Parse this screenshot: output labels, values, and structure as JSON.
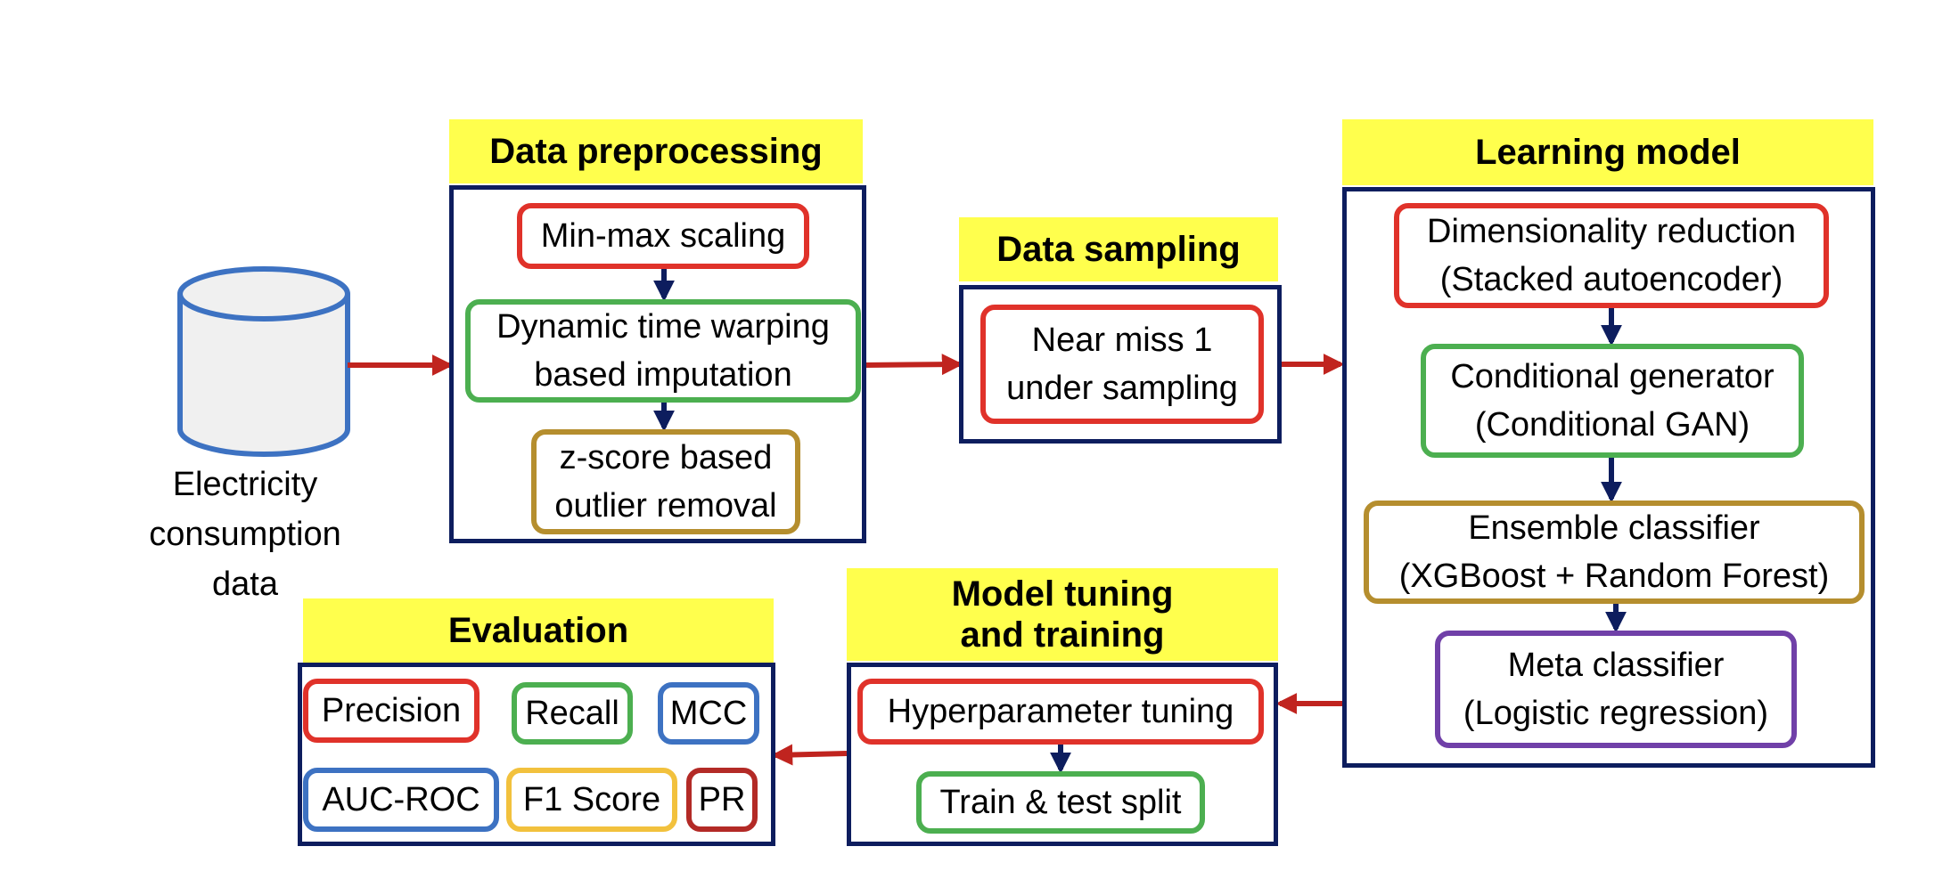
{
  "source": {
    "label_lines": [
      "Electricity",
      "consumption",
      "data"
    ]
  },
  "preprocessing": {
    "title": "Data preprocessing",
    "steps": [
      [
        "Min-max scaling"
      ],
      [
        "Dynamic time warping",
        "based imputation"
      ],
      [
        "z-score based",
        "outlier removal"
      ]
    ]
  },
  "sampling": {
    "title": "Data sampling",
    "steps": [
      [
        "Near miss 1",
        "under sampling"
      ]
    ]
  },
  "learning": {
    "title": "Learning model",
    "steps": [
      [
        "Dimensionality reduction",
        "(Stacked autoencoder)"
      ],
      [
        "Conditional generator",
        "(Conditional GAN)"
      ],
      [
        "Ensemble classifier",
        "(XGBoost + Random Forest)"
      ],
      [
        "Meta classifier",
        "(Logistic regression)"
      ]
    ]
  },
  "tuning": {
    "title": "Model tuning\nand training",
    "steps": [
      [
        "Hyperparameter tuning"
      ],
      [
        "Train & test split"
      ]
    ]
  },
  "evaluation": {
    "title": "Evaluation",
    "metrics": [
      "Precision",
      "Recall",
      "MCC",
      "AUC-ROC",
      "F1 Score",
      "PR"
    ]
  },
  "colors": {
    "header_fill": "#ffff4d",
    "frame": "#0d1d5e",
    "flow_arrow": "#c0241f",
    "step_arrow": "#0d1d5e",
    "cylinder_stroke": "#3d72c2",
    "cylinder_fill": "#f0f0f0"
  }
}
